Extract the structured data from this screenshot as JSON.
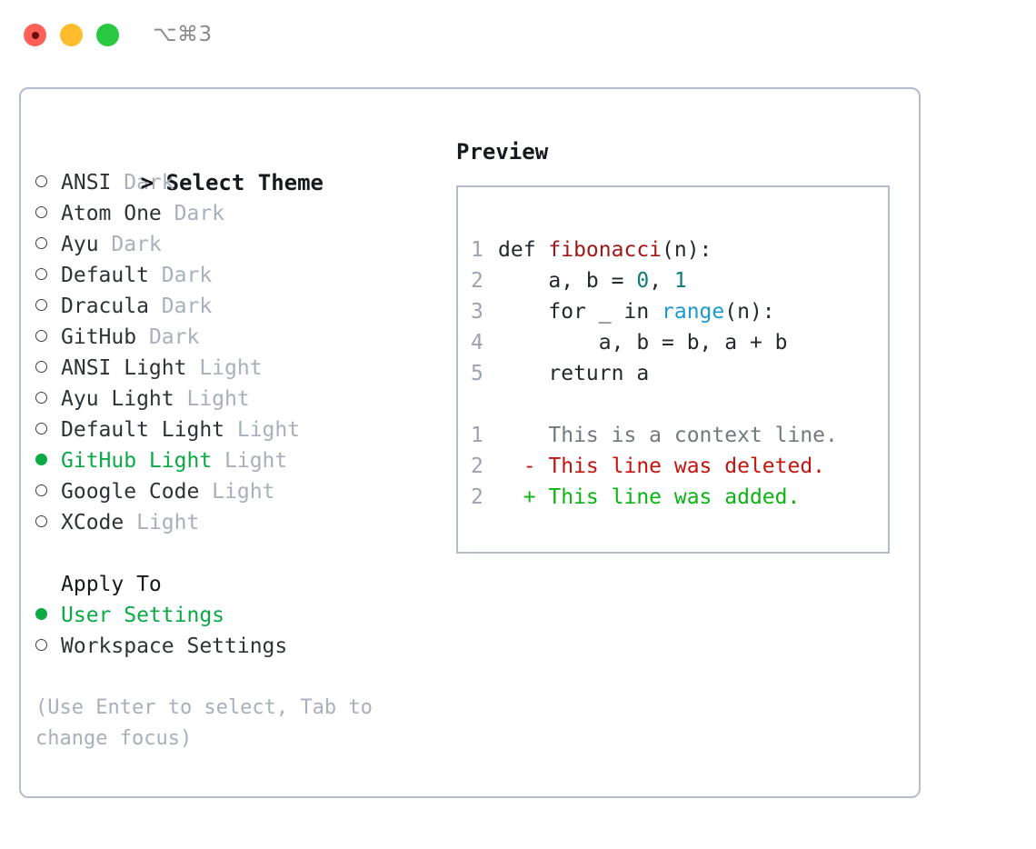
{
  "titlebar": {
    "shortcut": "⌥⌘3",
    "buttons": [
      "close",
      "minimize",
      "maximize"
    ]
  },
  "theme_list": {
    "header": "Select Theme",
    "header_prefix": ">",
    "items": [
      {
        "name": "ANSI",
        "tag": "Dark",
        "selected": false
      },
      {
        "name": "Atom One",
        "tag": "Dark",
        "selected": false
      },
      {
        "name": "Ayu",
        "tag": "Dark",
        "selected": false
      },
      {
        "name": "Default",
        "tag": "Dark",
        "selected": false
      },
      {
        "name": "Dracula",
        "tag": "Dark",
        "selected": false
      },
      {
        "name": "GitHub",
        "tag": "Dark",
        "selected": false
      },
      {
        "name": "ANSI Light",
        "tag": "Light",
        "selected": false
      },
      {
        "name": "Ayu Light",
        "tag": "Light",
        "selected": false
      },
      {
        "name": "Default Light",
        "tag": "Light",
        "selected": false
      },
      {
        "name": "GitHub Light",
        "tag": "Light",
        "selected": true
      },
      {
        "name": "Google Code",
        "tag": "Light",
        "selected": false
      },
      {
        "name": "XCode",
        "tag": "Light",
        "selected": false
      }
    ]
  },
  "apply_to": {
    "label": "Apply To",
    "options": [
      {
        "name": "User Settings",
        "selected": true
      },
      {
        "name": "Workspace Settings",
        "selected": false
      }
    ]
  },
  "hint": "(Use Enter to select, Tab to change focus)",
  "preview": {
    "heading": "Preview",
    "code_lines": [
      {
        "num": "1",
        "segments": [
          {
            "text": "def ",
            "style": "plain"
          },
          {
            "text": "fibonacci",
            "style": "fn"
          },
          {
            "text": "(n):",
            "style": "plain"
          }
        ]
      },
      {
        "num": "2",
        "segments": [
          {
            "text": "    a, b = ",
            "style": "plain"
          },
          {
            "text": "0",
            "style": "num"
          },
          {
            "text": ", ",
            "style": "plain"
          },
          {
            "text": "1",
            "style": "num"
          }
        ]
      },
      {
        "num": "3",
        "segments": [
          {
            "text": "    for _ in ",
            "style": "plain"
          },
          {
            "text": "range",
            "style": "call"
          },
          {
            "text": "(n):",
            "style": "plain"
          }
        ]
      },
      {
        "num": "4",
        "segments": [
          {
            "text": "        a, b = b, a + b",
            "style": "plain"
          }
        ]
      },
      {
        "num": "5",
        "segments": [
          {
            "text": "    return a",
            "style": "plain"
          }
        ]
      }
    ],
    "diff_lines": [
      {
        "num": "1",
        "marker": " ",
        "text": "This is a context line.",
        "kind": "ctx"
      },
      {
        "num": "2",
        "marker": "-",
        "text": "This line was deleted.",
        "kind": "del"
      },
      {
        "num": "2",
        "marker": "+",
        "text": "This line was added.",
        "kind": "add"
      }
    ]
  },
  "colors": {
    "accent_green": "#0aaa45",
    "diff_add": "#0ab512",
    "diff_delete": "#c4140e",
    "diff_context": "#72797f",
    "muted": "#a8b0bb",
    "border": "#b4bdcb",
    "fn_name": "#a01818",
    "number": "#0f7b7b",
    "call": "#1a9ad0"
  }
}
